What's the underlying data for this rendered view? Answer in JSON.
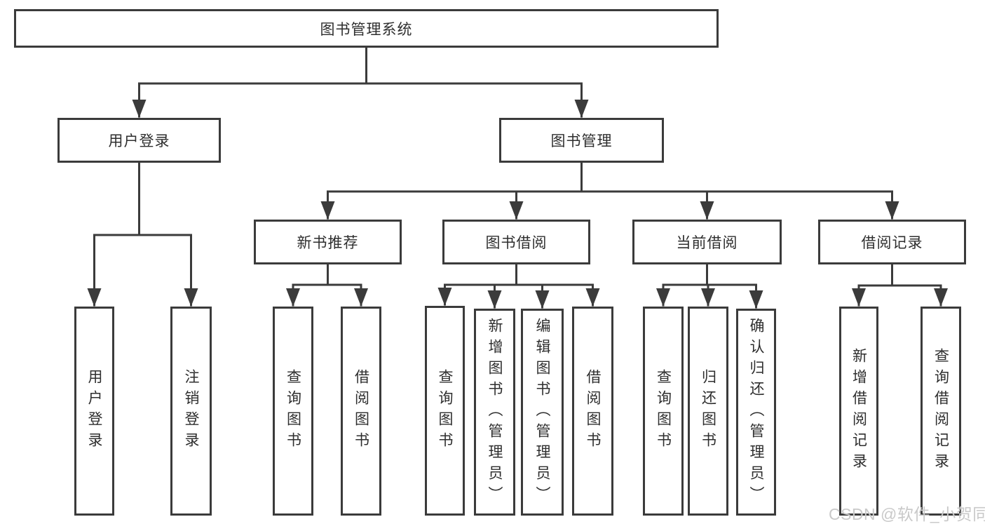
{
  "diagram": {
    "diagram_type": "tree",
    "title": "图书管理系统",
    "watermark": "CSDN @软件_小贺同学",
    "colors": {
      "line": "#3b3b3b",
      "text": "#2e2e2e",
      "box_background": "#ffffff",
      "background": "#ffffff",
      "watermark": "#c9c9c9"
    },
    "nodes": [
      {
        "id": "root",
        "label": "图书管理系统",
        "parent": null,
        "orientation": "horizontal"
      },
      {
        "id": "user-login",
        "label": "用户登录",
        "parent": "root",
        "orientation": "horizontal"
      },
      {
        "id": "book-mgmt",
        "label": "图书管理",
        "parent": "root",
        "orientation": "horizontal"
      },
      {
        "id": "login",
        "label": "用户登录",
        "parent": "user-login",
        "orientation": "vertical"
      },
      {
        "id": "logout",
        "label": "注销登录",
        "parent": "user-login",
        "orientation": "vertical"
      },
      {
        "id": "new-book-rec",
        "label": "新书推荐",
        "parent": "book-mgmt",
        "orientation": "horizontal"
      },
      {
        "id": "book-borrow",
        "label": "图书借阅",
        "parent": "book-mgmt",
        "orientation": "horizontal"
      },
      {
        "id": "current-borrow",
        "label": "当前借阅",
        "parent": "book-mgmt",
        "orientation": "horizontal"
      },
      {
        "id": "borrow-records",
        "label": "借阅记录",
        "parent": "book-mgmt",
        "orientation": "horizontal"
      },
      {
        "id": "rec-query-book",
        "label": "查询图书",
        "parent": "new-book-rec",
        "orientation": "vertical"
      },
      {
        "id": "rec-borrow-book",
        "label": "借阅图书",
        "parent": "new-book-rec",
        "orientation": "vertical"
      },
      {
        "id": "bb-query-book",
        "label": "查询图书",
        "parent": "book-borrow",
        "orientation": "vertical"
      },
      {
        "id": "bb-add-book",
        "label": "新增图书（管理员）",
        "parent": "book-borrow",
        "orientation": "vertical"
      },
      {
        "id": "bb-edit-book",
        "label": "编辑图书（管理员）",
        "parent": "book-borrow",
        "orientation": "vertical"
      },
      {
        "id": "bb-borrow-book",
        "label": "借阅图书",
        "parent": "book-borrow",
        "orientation": "vertical"
      },
      {
        "id": "cb-query-book",
        "label": "查询图书",
        "parent": "current-borrow",
        "orientation": "vertical"
      },
      {
        "id": "cb-return-book",
        "label": "归还图书",
        "parent": "current-borrow",
        "orientation": "vertical"
      },
      {
        "id": "cb-confirm-return",
        "label": "确认归还（管理员）",
        "parent": "current-borrow",
        "orientation": "vertical"
      },
      {
        "id": "br-add-record",
        "label": "新增借阅记录",
        "parent": "borrow-records",
        "orientation": "vertical"
      },
      {
        "id": "br-query-record",
        "label": "查询借阅记录",
        "parent": "borrow-records",
        "orientation": "vertical"
      }
    ]
  }
}
